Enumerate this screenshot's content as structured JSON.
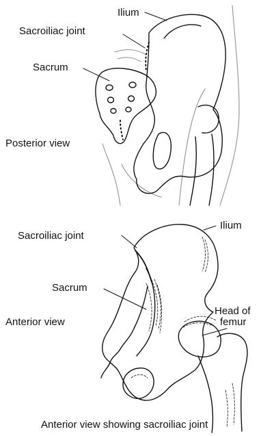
{
  "posterior": {
    "labels": {
      "ilium": "Ilium",
      "sacroiliac_joint": "Sacroiliac joint",
      "sacrum": "Sacrum",
      "view": "Posterior view"
    }
  },
  "anterior": {
    "labels": {
      "sacroiliac_joint": "Sacroiliac joint",
      "ilium": "Ilium",
      "sacrum": "Sacrum",
      "view": "Anterior view",
      "head_of_femur_line1": "Head of",
      "head_of_femur_line2": "femur"
    },
    "caption": "Anterior view showing sacroiliac joint"
  },
  "colors": {
    "ink": "#111111",
    "skin_outline": "#9a9a9a"
  },
  "icons": [
    "pelvis-posterior-illustration",
    "pelvis-anterior-illustration"
  ]
}
